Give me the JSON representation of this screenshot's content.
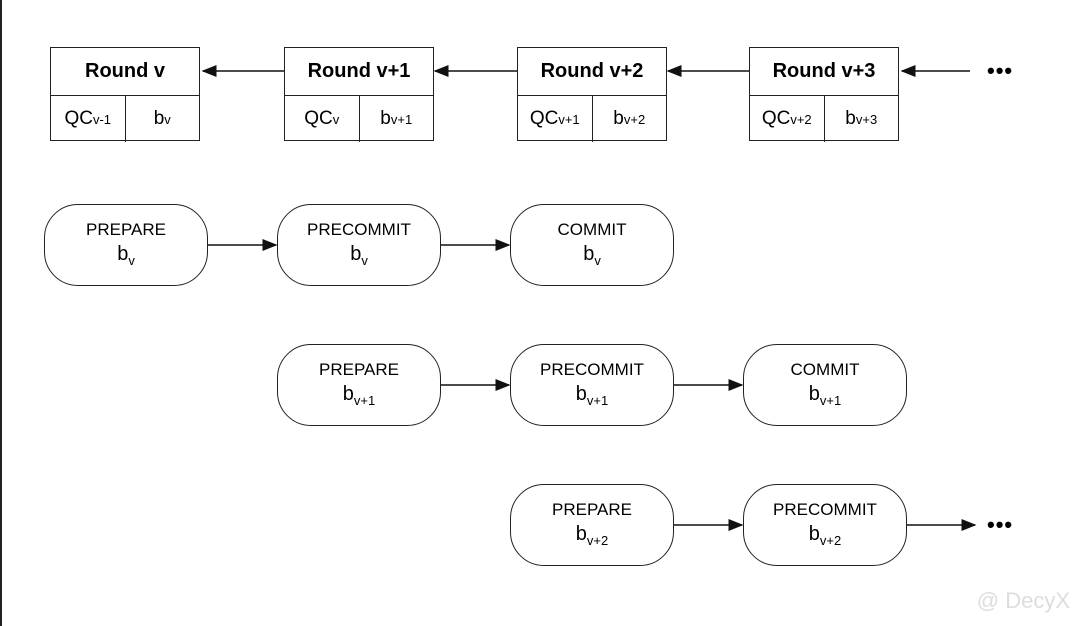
{
  "rounds": [
    {
      "title": "Round v",
      "qc": "QC",
      "qc_sub": "v-1",
      "b": "b",
      "b_sub": "v"
    },
    {
      "title": "Round v+1",
      "qc": "QC",
      "qc_sub": "v",
      "b": "b",
      "b_sub": "v+1"
    },
    {
      "title": "Round v+2",
      "qc": "QC",
      "qc_sub": "v+1",
      "b": "b",
      "b_sub": "v+2"
    },
    {
      "title": "Round v+3",
      "qc": "QC",
      "qc_sub": "v+2",
      "b": "b",
      "b_sub": "v+3"
    }
  ],
  "ellipsis": "•••",
  "phases": [
    {
      "label": "PREPARE",
      "b": "b",
      "sub": "v"
    },
    {
      "label": "PRECOMMIT",
      "b": "b",
      "sub": "v"
    },
    {
      "label": "COMMIT",
      "b": "b",
      "sub": "v"
    },
    {
      "label": "PREPARE",
      "b": "b",
      "sub": "v+1"
    },
    {
      "label": "PRECOMMIT",
      "b": "b",
      "sub": "v+1"
    },
    {
      "label": "COMMIT",
      "b": "b",
      "sub": "v+1"
    },
    {
      "label": "PREPARE",
      "b": "b",
      "sub": "v+2"
    },
    {
      "label": "PRECOMMIT",
      "b": "b",
      "sub": "v+2"
    }
  ],
  "watermark": "@ DecyX"
}
